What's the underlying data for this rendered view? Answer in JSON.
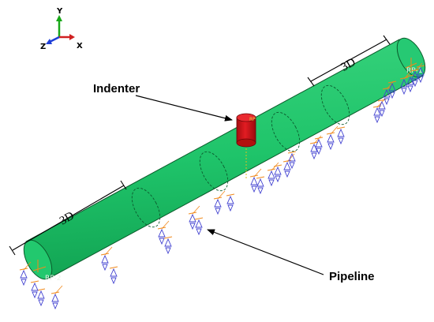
{
  "axes": {
    "y": "Y",
    "z": "Z",
    "x": "X"
  },
  "labels": {
    "indenter": "Indenter",
    "pipeline": "Pipeline",
    "dim_left": "3D",
    "dim_right": "3D",
    "rp_left": "RP-2",
    "rp_right": "RP-1"
  },
  "colors": {
    "pipe_fill": "#1fc46a",
    "pipe_edge": "#0a5a2a",
    "indenter_fill": "#d8141b",
    "support_blue": "#4040d0",
    "support_orange": "#f08a1c",
    "axis_y": "#18a818",
    "axis_x": "#d02020",
    "axis_z": "#1f3fd8"
  }
}
